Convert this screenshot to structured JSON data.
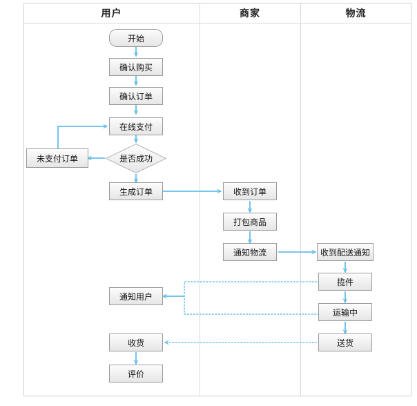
{
  "diagram": {
    "type": "swimlane-flowchart",
    "lanes": [
      {
        "id": "user",
        "label": "用户"
      },
      {
        "id": "merchant",
        "label": "商家"
      },
      {
        "id": "logistics",
        "label": "物流"
      }
    ],
    "nodes": {
      "start": {
        "label": "开始",
        "shape": "rounded-rect",
        "lane": "user"
      },
      "confirm_buy": {
        "label": "确认购买",
        "shape": "rect",
        "lane": "user"
      },
      "confirm_order": {
        "label": "确认订单",
        "shape": "rect",
        "lane": "user"
      },
      "online_pay": {
        "label": "在线支付",
        "shape": "rect",
        "lane": "user"
      },
      "is_success": {
        "label": "是否成功",
        "shape": "diamond",
        "lane": "user"
      },
      "unpaid_order": {
        "label": "未支付订单",
        "shape": "rect",
        "lane": "user"
      },
      "create_order": {
        "label": "生成订单",
        "shape": "rect",
        "lane": "user"
      },
      "notify_user": {
        "label": "通知用户",
        "shape": "rect",
        "lane": "user"
      },
      "receive_goods": {
        "label": "收货",
        "shape": "rect",
        "lane": "user"
      },
      "review": {
        "label": "评价",
        "shape": "rect",
        "lane": "user"
      },
      "got_order": {
        "label": "收到订单",
        "shape": "rect",
        "lane": "merchant"
      },
      "pack_goods": {
        "label": "打包商品",
        "shape": "rect",
        "lane": "merchant"
      },
      "notify_logi": {
        "label": "通知物流",
        "shape": "rect",
        "lane": "merchant"
      },
      "got_delivery": {
        "label": "收到配送通知",
        "shape": "rect",
        "lane": "logistics"
      },
      "pickup": {
        "label": "揽件",
        "shape": "rect",
        "lane": "logistics"
      },
      "in_transit": {
        "label": "运输中",
        "shape": "rect",
        "lane": "logistics"
      },
      "deliver": {
        "label": "送货",
        "shape": "rect",
        "lane": "logistics"
      }
    },
    "edges": [
      {
        "from": "start",
        "to": "confirm_buy",
        "style": "solid"
      },
      {
        "from": "confirm_buy",
        "to": "confirm_order",
        "style": "solid"
      },
      {
        "from": "confirm_order",
        "to": "online_pay",
        "style": "solid"
      },
      {
        "from": "online_pay",
        "to": "is_success",
        "style": "solid"
      },
      {
        "from": "is_success",
        "to": "unpaid_order",
        "style": "solid"
      },
      {
        "from": "unpaid_order",
        "to": "online_pay",
        "style": "solid"
      },
      {
        "from": "is_success",
        "to": "create_order",
        "style": "solid"
      },
      {
        "from": "create_order",
        "to": "got_order",
        "style": "solid"
      },
      {
        "from": "got_order",
        "to": "pack_goods",
        "style": "solid"
      },
      {
        "from": "pack_goods",
        "to": "notify_logi",
        "style": "solid"
      },
      {
        "from": "notify_logi",
        "to": "got_delivery",
        "style": "solid"
      },
      {
        "from": "got_delivery",
        "to": "pickup",
        "style": "solid"
      },
      {
        "from": "pickup",
        "to": "in_transit",
        "style": "solid"
      },
      {
        "from": "in_transit",
        "to": "deliver",
        "style": "solid"
      },
      {
        "from": "pickup",
        "to": "notify_user",
        "style": "dotted"
      },
      {
        "from": "in_transit",
        "to": "notify_user",
        "style": "dotted"
      },
      {
        "from": "deliver",
        "to": "receive_goods",
        "style": "dotted"
      },
      {
        "from": "receive_goods",
        "to": "review",
        "style": "solid"
      }
    ],
    "colors": {
      "connector": "#63bde8",
      "node_border": "#9a9a9a",
      "node_fill_top": "#fcfcfc",
      "node_fill_bottom": "#e6e6e6",
      "lane_border": "#d8d8d8",
      "frame_border": "#cfcfcf",
      "text": "#111111",
      "background": "#ffffff"
    }
  }
}
